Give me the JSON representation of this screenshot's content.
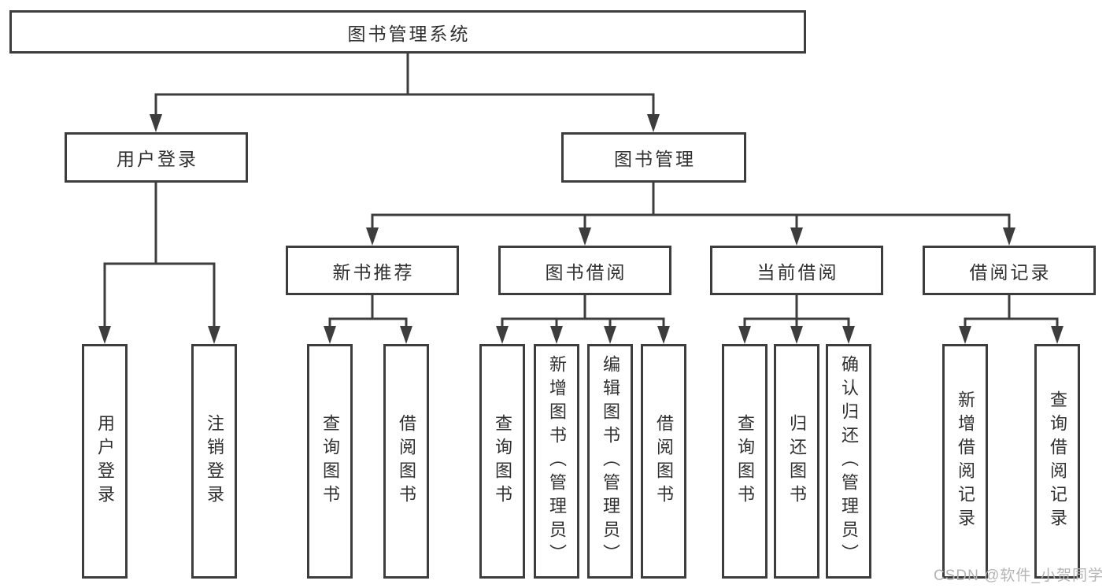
{
  "diagram": {
    "root": {
      "label": "图书管理系统"
    },
    "level2": [
      {
        "label": "用户登录"
      },
      {
        "label": "图书管理"
      }
    ],
    "level3": [
      {
        "label": "新书推荐"
      },
      {
        "label": "图书借阅"
      },
      {
        "label": "当前借阅"
      },
      {
        "label": "借阅记录"
      }
    ],
    "leaves": {
      "user_login": [
        "用户登录",
        "注销登录"
      ],
      "new_book_recommend": [
        "查询图书",
        "借阅图书"
      ],
      "book_borrow": [
        "查询图书",
        "新增图书（管理员）",
        "编辑图书（管理员）",
        "借阅图书"
      ],
      "current_borrow": [
        "查询图书",
        "归还图书",
        "确认归还（管理员）"
      ],
      "borrow_records": [
        "新增借阅记录",
        "查询借阅记录"
      ]
    }
  },
  "watermark": {
    "text": "CSDN @软件_小贺同学"
  },
  "colors": {
    "line": "#3d3d3d",
    "text": "#303030",
    "watermark": "#b4b4b4",
    "background": "#ffffff"
  }
}
